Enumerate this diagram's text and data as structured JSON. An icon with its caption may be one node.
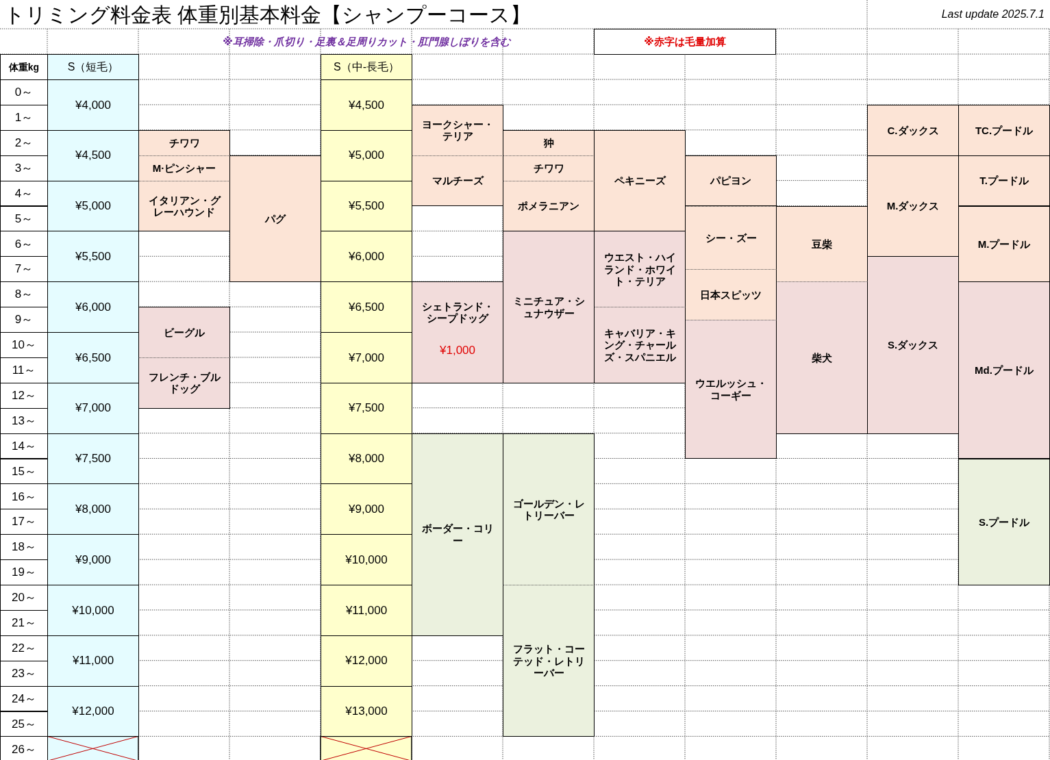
{
  "diagram": {
    "title": "トリミング料金表 体重別基本料金【シャンプーコース】",
    "labels": [
      "Last update 2025.7.1",
      "※耳掃除・爪切り・足裏＆足周りカット・肛門腺しぼりを含む",
      "※赤字は毛量加算",
      "体重kg",
      "S（短毛）",
      "S（中-長毛）",
      "0～",
      "¥4,000",
      "¥4,500",
      "1～",
      "ヨークシャー・テリア",
      "C.ダックス",
      "TC.プードル",
      "2～",
      "チワワ",
      "狆",
      "¥4,500",
      "¥5,000",
      "3～",
      "M·ピンシャー",
      "チワワ",
      "マルチーズ",
      "ペキニーズ",
      "パピヨン",
      "T.プードル",
      "4～",
      "¥5,000",
      "イタリアン・グレーハウンド",
      "¥5,500",
      "ポメラニアン",
      "M.ダックス",
      "5～",
      "パグ",
      "6～",
      "シー・ズー",
      "豆柴",
      "M.プードル",
      "¥5,500",
      "¥6,000",
      "7～",
      "ウエスト・ハイランド・ホワイト・テリア",
      "8～",
      "日本スピッツ",
      "¥6,000",
      "¥6,500",
      "ミニチュア・シュナウザー",
      "9～",
      "ビーグル",
      "シェトランド・シープドッグ",
      "10～",
      "¥1,000",
      "キャバリア・キング・チャールズ・スパニエル",
      "S.ダックス",
      "¥6,500",
      "¥7,000",
      "柴犬",
      "11～",
      "Md.プードル",
      "フレンチ・ブルドッグ",
      "12～",
      "ウエルッシュ・コーギー",
      "¥7,000",
      "¥7,500",
      "13～",
      "14～",
      "¥7,500",
      "¥8,000",
      "15～",
      "16～",
      "¥8,000",
      "¥9,000",
      "ゴールデン・レトリーバー",
      "17～",
      "S.プードル",
      "ボーダー・コリー",
      "18～",
      "¥9,000",
      "¥10,000",
      "19～",
      "20～",
      "¥10,000",
      "¥11,000",
      "21～",
      "22～",
      "¥11,000",
      "¥12,000",
      "フラット・コーテッド・レトリーバー",
      "23～",
      "24～",
      "¥12,000",
      "¥13,000",
      "25～",
      "26～"
    ]
  }
}
